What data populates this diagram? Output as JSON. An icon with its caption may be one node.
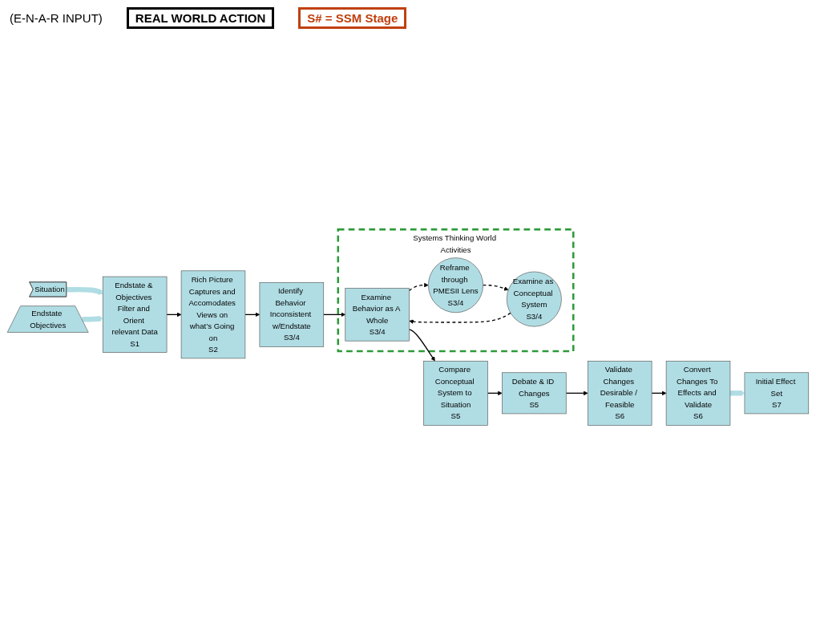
{
  "diagram": {
    "nodes": [
      {
        "text": [
          "Situation"
        ]
      },
      {
        "text": [
          "Endstate Objectives"
        ]
      },
      {
        "text": [
          "Endstate & Objectives Filter and Orient relevant Data",
          "S1"
        ]
      },
      {
        "text": [
          "Rich Picture Captures and Accomodates Views on what’s Going on",
          "S2"
        ]
      },
      {
        "text": [
          "Identify Behavior Inconsistent w/Endstate",
          "S3/4"
        ]
      },
      {
        "text": [
          "Systems Thinking World Activities"
        ]
      },
      {
        "text": [
          "Examine Behavior as A Whole",
          "S3/4"
        ],
        "in": 5
      },
      {
        "text": [
          "Reframe through PMESII Lens",
          "S3/4"
        ],
        "in": 5
      },
      {
        "text": [
          "Examine as Conceptual System",
          "S3/4"
        ],
        "in": 5
      },
      {
        "text": [
          "Compare Conceptual System to Situation",
          "S5"
        ]
      },
      {
        "text": [
          "Debate & ID Changes",
          "S5"
        ]
      },
      {
        "text": [
          "Validate Changes Desirable / Feasible",
          "S6"
        ]
      },
      {
        "text": [
          "Convert Changes To Effects and Validate",
          "S6"
        ]
      },
      {
        "text": [
          "Initial Effect Set",
          "S7"
        ]
      }
    ],
    "edges": [
      {
        "from": 0,
        "to": 2,
        "arrow": "to",
        "style": "thick",
        "color": "#b0dde4"
      },
      {
        "from": 1,
        "to": 2,
        "arrow": "to",
        "style": "thick",
        "color": "#b0dde4"
      },
      {
        "from": 2,
        "to": 3,
        "arrow": "to"
      },
      {
        "from": 3,
        "to": 4,
        "arrow": "to"
      },
      {
        "from": 4,
        "to": 6,
        "arrow": "to"
      },
      {
        "from": 6,
        "to": 9,
        "arrow": "to"
      },
      {
        "from": 6,
        "to": 7,
        "arrow": "to",
        "style": "dashed"
      },
      {
        "from": 7,
        "to": 8,
        "arrow": "to",
        "style": "dashed"
      },
      {
        "from": 8,
        "to": 6,
        "arrow": "to",
        "style": "dashed"
      },
      {
        "from": 9,
        "to": 10,
        "arrow": "to"
      },
      {
        "from": 10,
        "to": 11,
        "arrow": "to"
      },
      {
        "from": 11,
        "to": 12,
        "arrow": "to"
      },
      {
        "from": 12,
        "to": 13,
        "arrow": "to",
        "style": "thick",
        "color": "#b0dde4"
      }
    ],
    "labels": [
      "(E-N-A-R INPUT)",
      "REAL WORLD ACTION",
      "S# = SSM Stage"
    ]
  }
}
